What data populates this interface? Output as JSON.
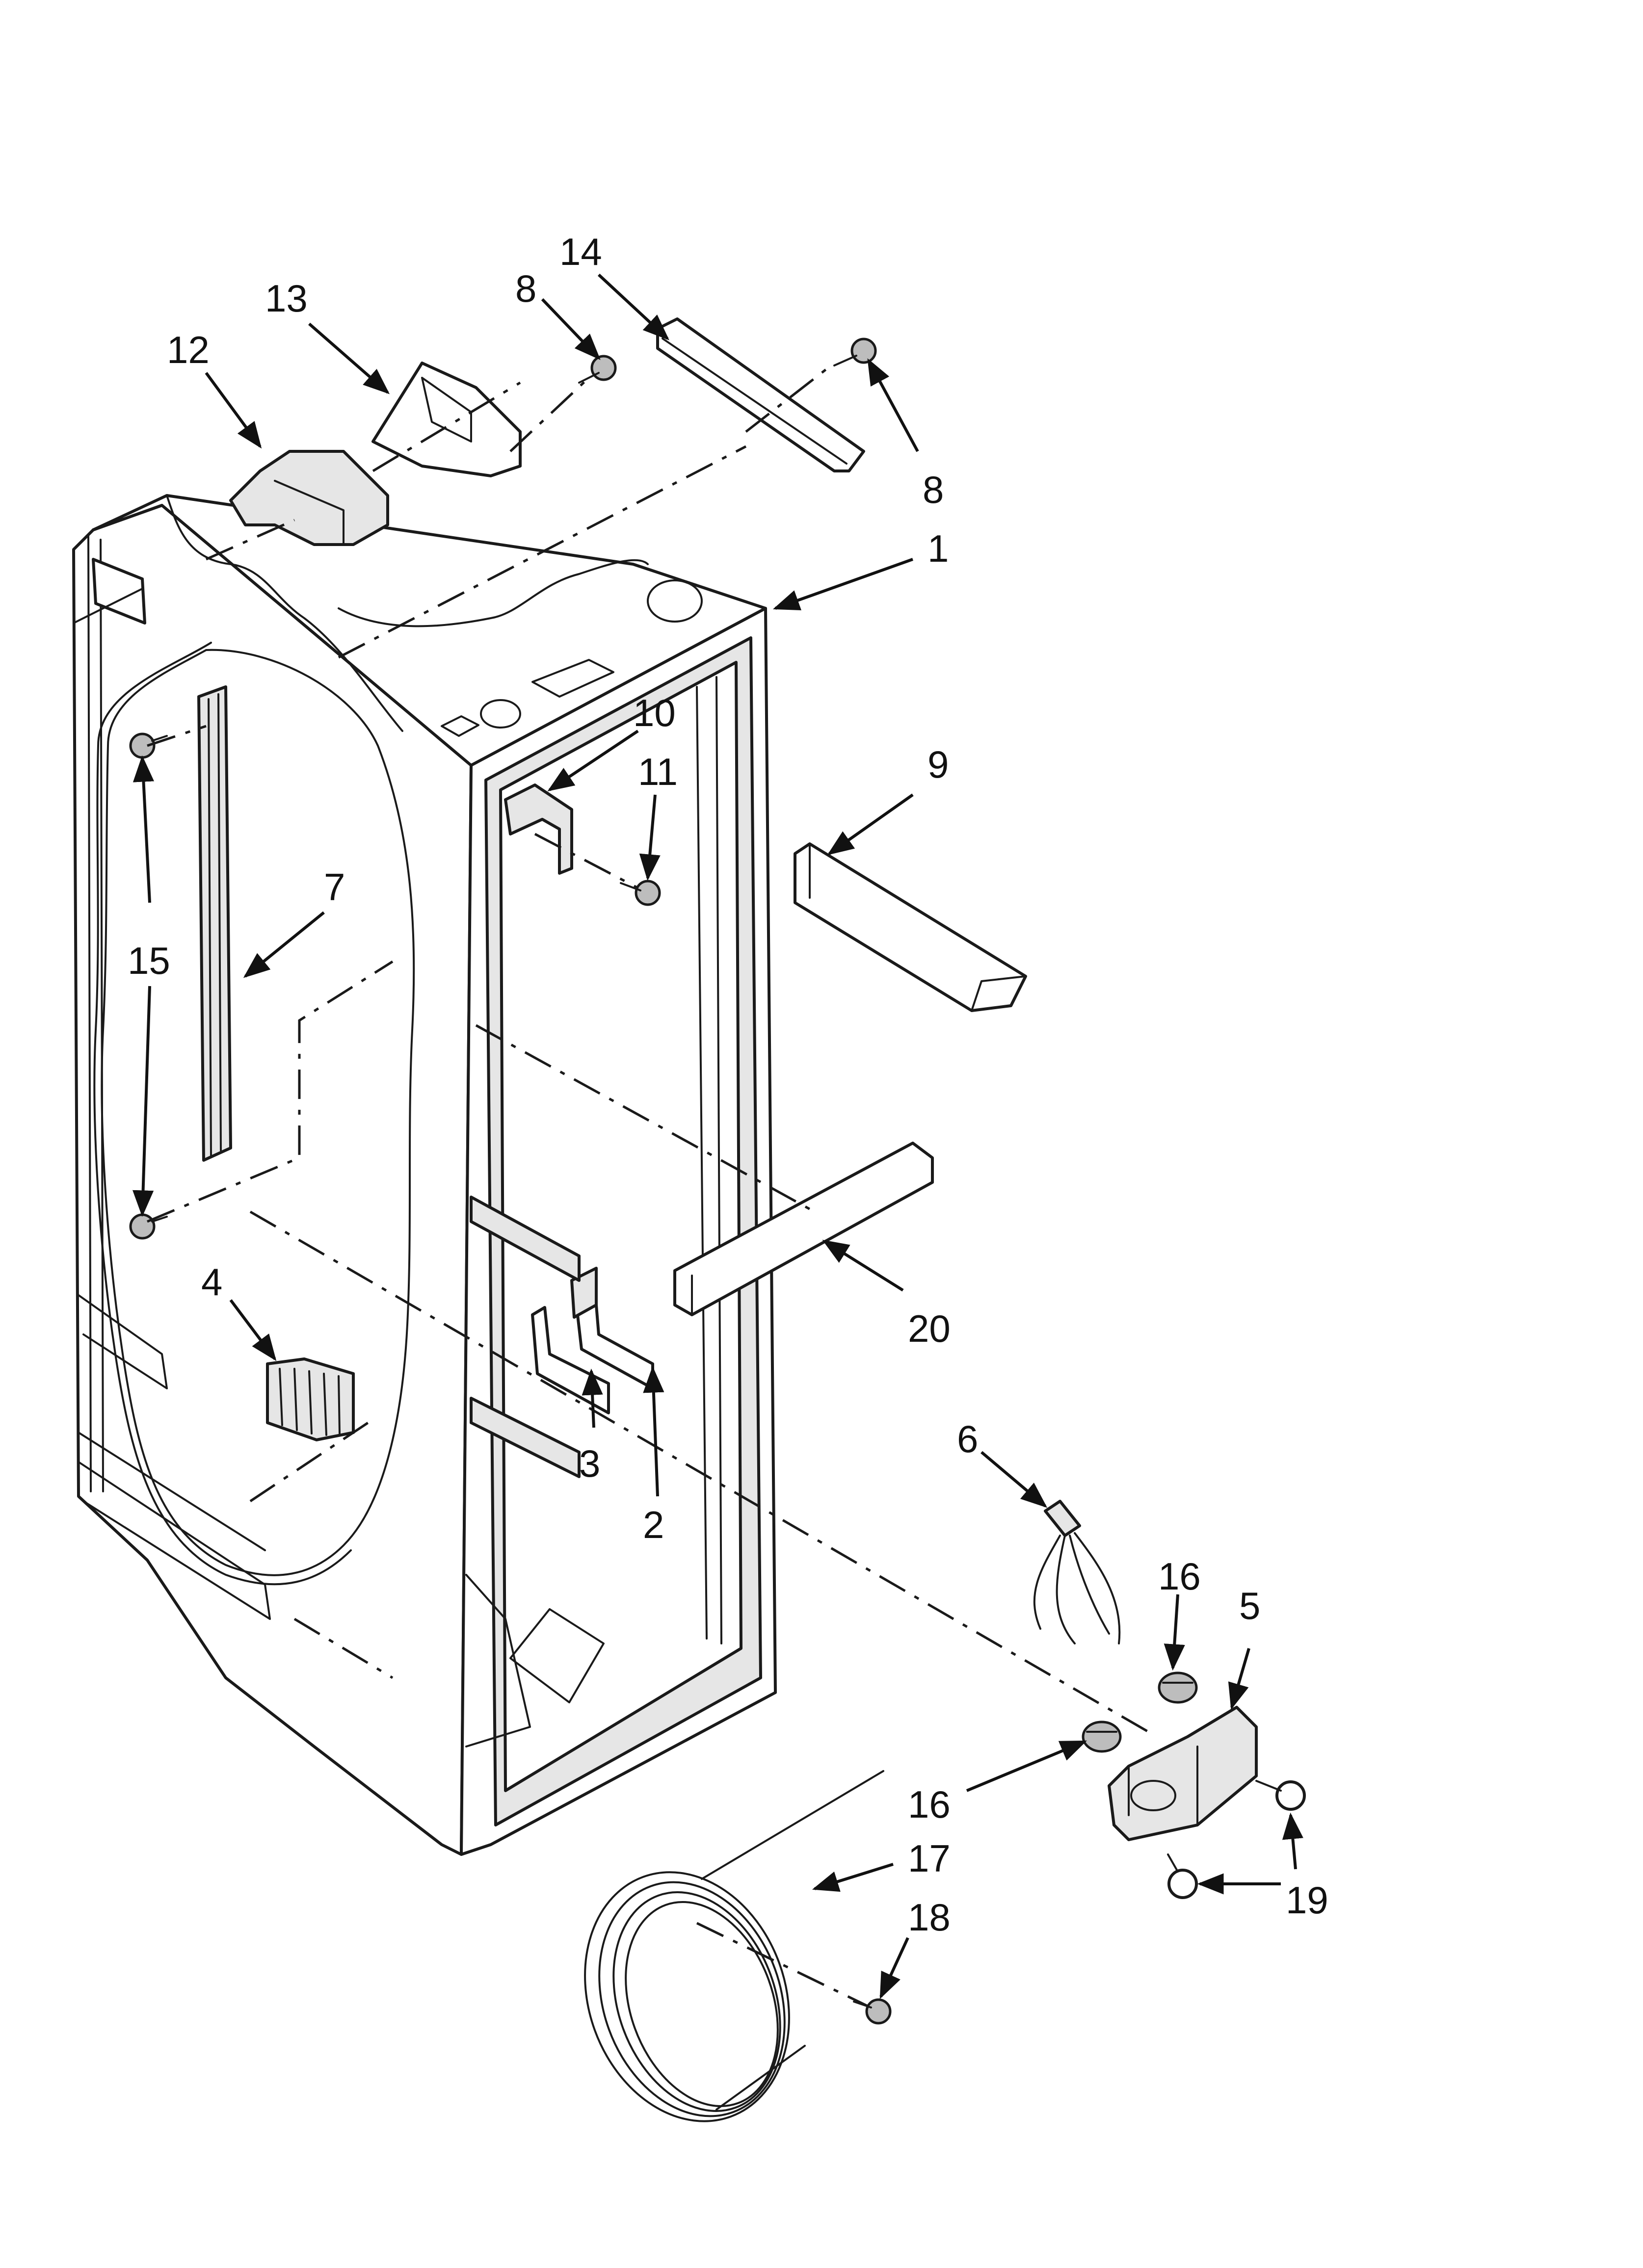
{
  "diagram": {
    "callouts": [
      {
        "id": "1",
        "label": "1"
      },
      {
        "id": "2",
        "label": "2"
      },
      {
        "id": "3",
        "label": "3"
      },
      {
        "id": "4",
        "label": "4"
      },
      {
        "id": "5",
        "label": "5"
      },
      {
        "id": "6",
        "label": "6"
      },
      {
        "id": "7",
        "label": "7"
      },
      {
        "id": "8a",
        "label": "8"
      },
      {
        "id": "8b",
        "label": "8"
      },
      {
        "id": "9",
        "label": "9"
      },
      {
        "id": "10",
        "label": "10"
      },
      {
        "id": "11",
        "label": "11"
      },
      {
        "id": "12",
        "label": "12"
      },
      {
        "id": "13",
        "label": "13"
      },
      {
        "id": "14",
        "label": "14"
      },
      {
        "id": "15",
        "label": "15"
      },
      {
        "id": "16a",
        "label": "16"
      },
      {
        "id": "16b",
        "label": "16"
      },
      {
        "id": "17",
        "label": "17"
      },
      {
        "id": "18",
        "label": "18"
      },
      {
        "id": "19",
        "label": "19"
      },
      {
        "id": "20",
        "label": "20"
      }
    ]
  }
}
